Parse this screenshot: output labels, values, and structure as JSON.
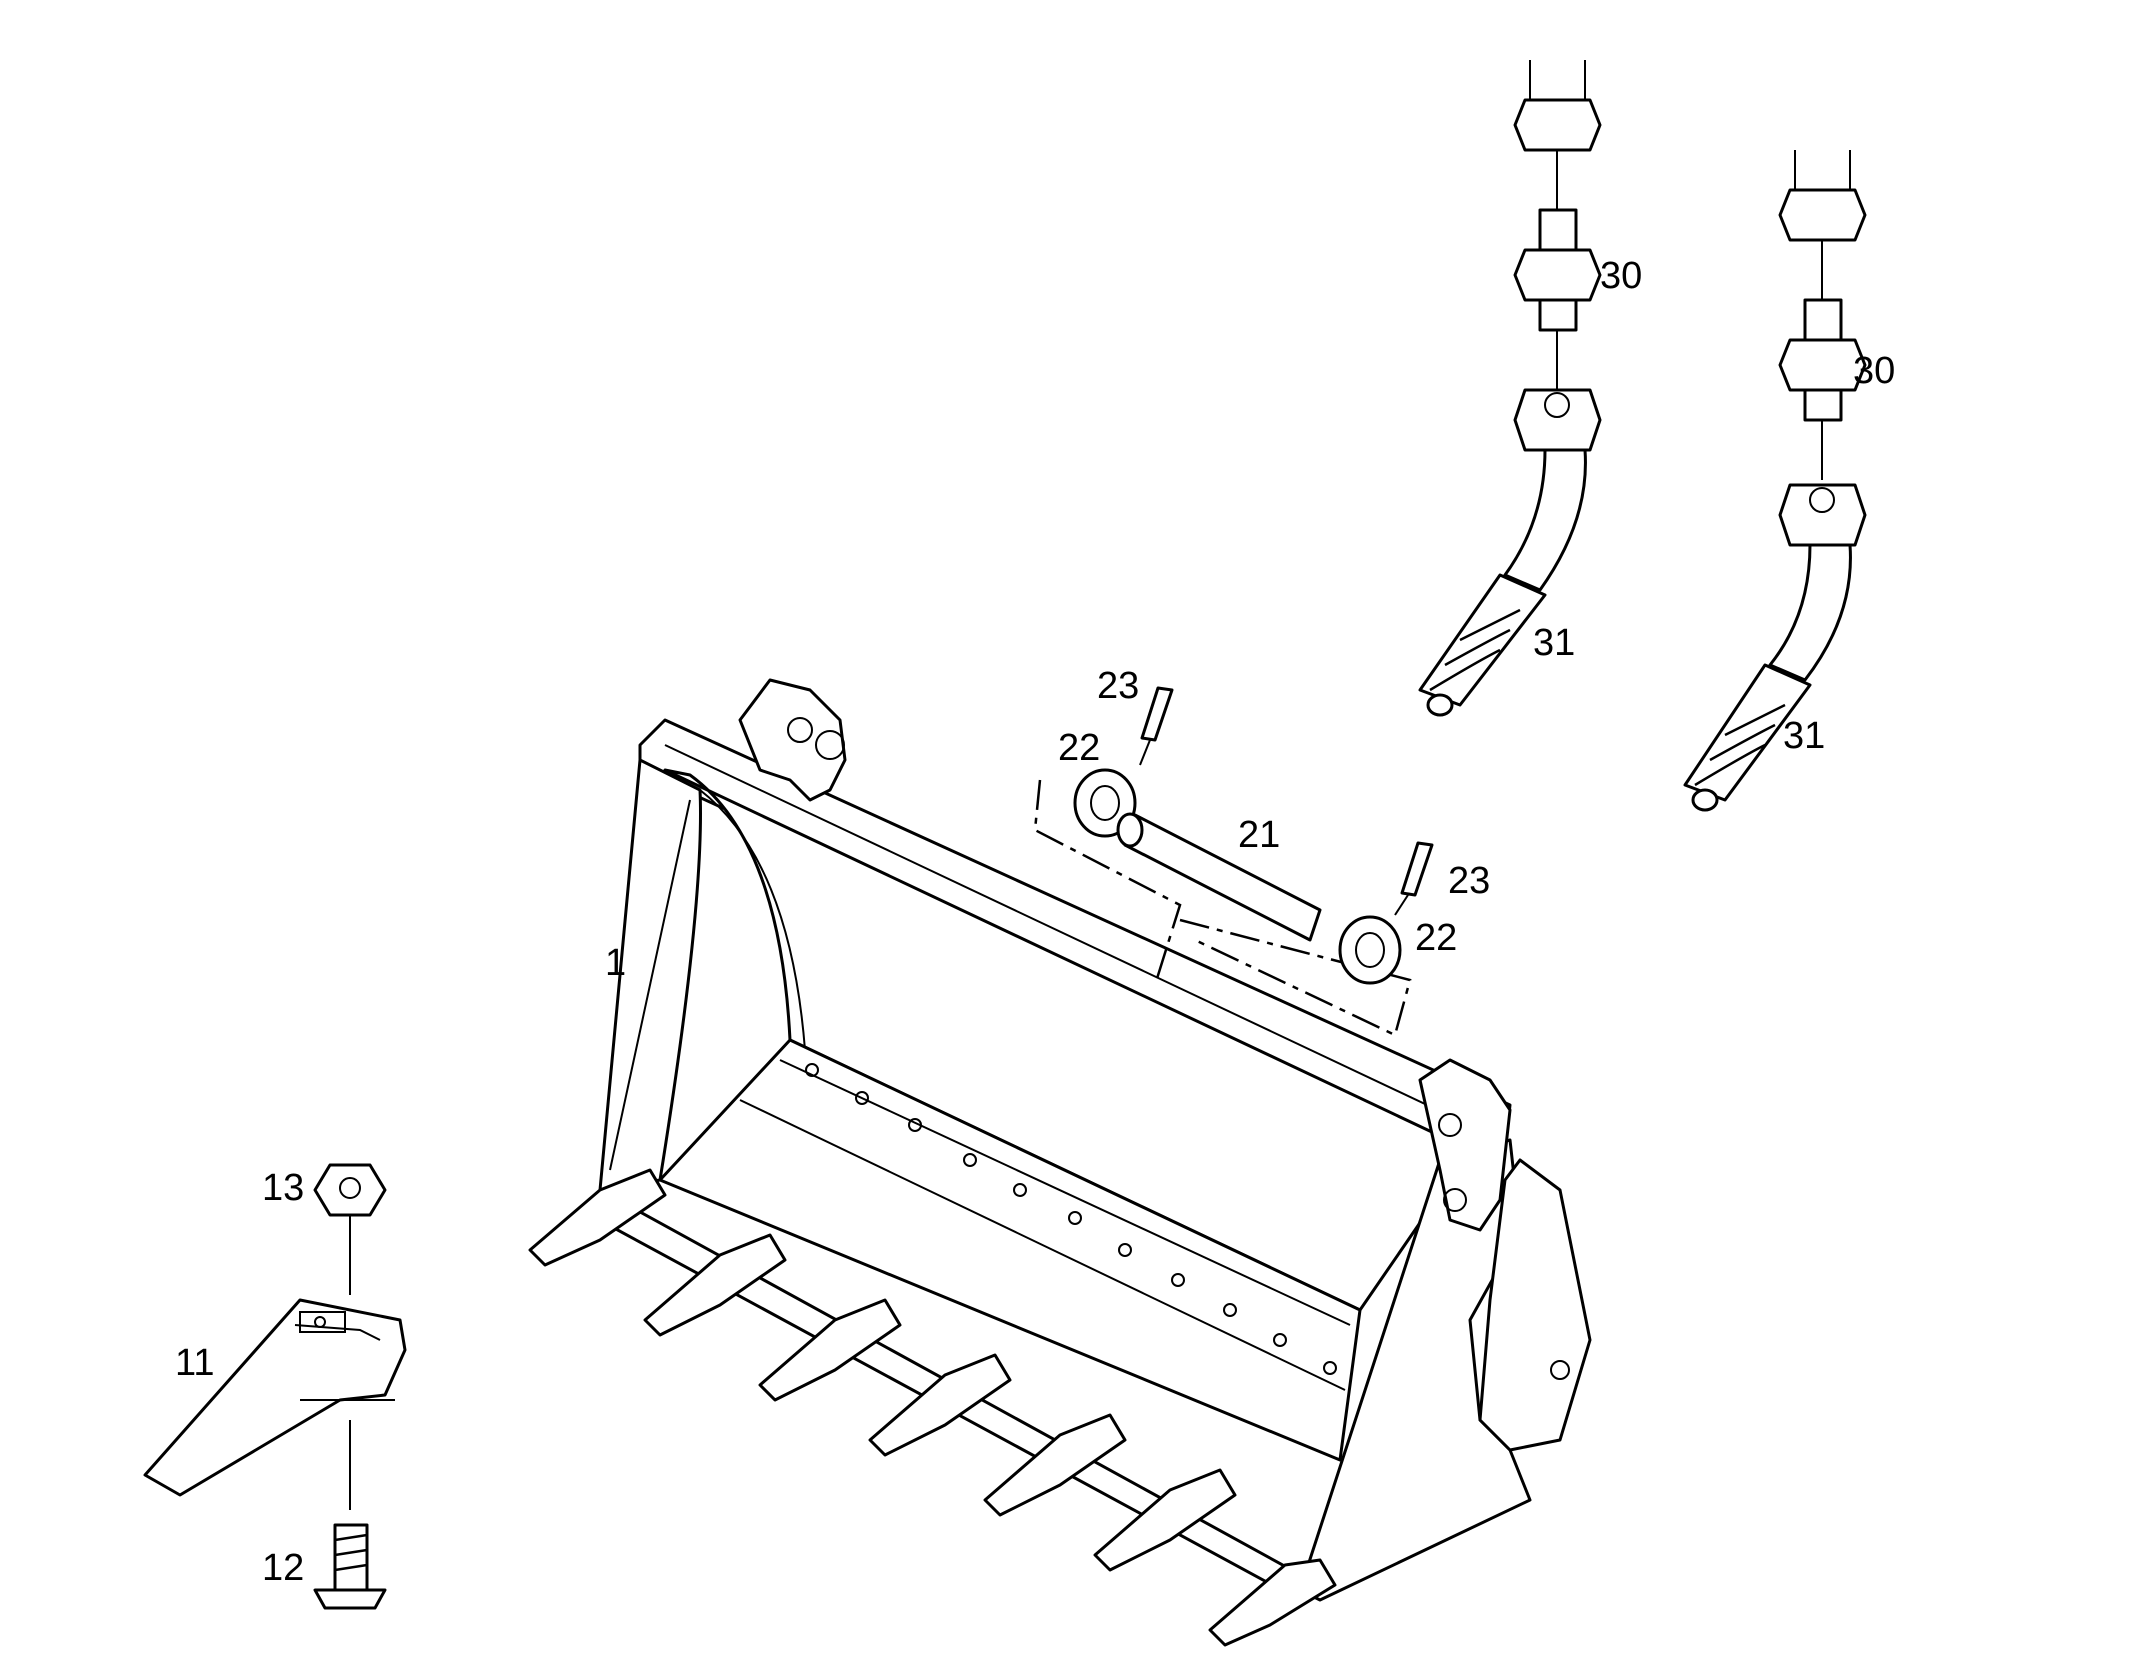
{
  "diagram": {
    "type": "exploded parts diagram",
    "colors": {
      "line": "#000000",
      "background": "#ffffff"
    },
    "callouts": {
      "bucket": "1",
      "tooth": "11",
      "tooth_bolt": "12",
      "tooth_nut": "13",
      "pin": "21",
      "bushing_left": "22",
      "bushing_right": "22",
      "pin_left": "23",
      "pin_right": "23",
      "fitting_left": "30",
      "fitting_right": "30",
      "hose_left": "31",
      "hose_right": "31"
    }
  }
}
